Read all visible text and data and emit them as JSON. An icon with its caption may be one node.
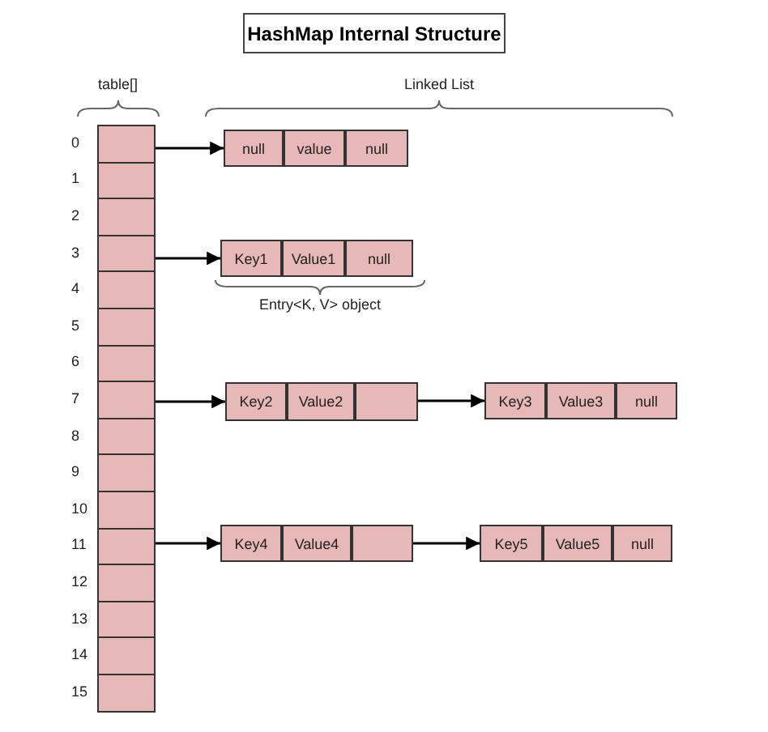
{
  "diagram": {
    "title": "HashMap Internal Structure",
    "nodes": [
      {
        "text": [],
        "shape": "box",
        "beside": [
          "0"
        ]
      },
      {
        "text": [],
        "shape": "box",
        "beside": [
          "1"
        ]
      },
      {
        "text": [],
        "shape": "box",
        "beside": [
          "2"
        ]
      },
      {
        "text": [],
        "shape": "box",
        "beside": [
          "3"
        ]
      },
      {
        "text": [],
        "shape": "box",
        "beside": [
          "4"
        ]
      },
      {
        "text": [],
        "shape": "box",
        "beside": [
          "5"
        ]
      },
      {
        "text": [],
        "shape": "box",
        "beside": [
          "6"
        ]
      },
      {
        "text": [],
        "shape": "box",
        "beside": [
          "7"
        ]
      },
      {
        "text": [],
        "shape": "box",
        "beside": [
          "8"
        ]
      },
      {
        "text": [],
        "shape": "box",
        "beside": [
          "9"
        ]
      },
      {
        "text": [],
        "shape": "box",
        "beside": [
          "10"
        ]
      },
      {
        "text": [],
        "shape": "box",
        "beside": [
          "11"
        ]
      },
      {
        "text": [],
        "shape": "box",
        "beside": [
          "12"
        ]
      },
      {
        "text": [],
        "shape": "box",
        "beside": [
          "13"
        ]
      },
      {
        "text": [],
        "shape": "box",
        "beside": [
          "14"
        ]
      },
      {
        "text": [],
        "shape": "box",
        "beside": [
          "15"
        ]
      },
      {
        "text": [
          "null"
        ]
      },
      {
        "text": [
          "value"
        ]
      },
      {
        "text": [
          "null"
        ]
      },
      {
        "text": [
          "Key1"
        ]
      },
      {
        "text": [
          "Value1"
        ]
      },
      {
        "text": [
          "null"
        ]
      },
      {
        "text": [
          "Key2"
        ]
      },
      {
        "text": [
          "Value2"
        ]
      },
      {
        "text": [],
        "shape": "box"
      },
      {
        "text": [
          "Key3"
        ]
      },
      {
        "text": [
          "Value3"
        ]
      },
      {
        "text": [
          "null"
        ]
      },
      {
        "text": [
          "Key4"
        ]
      },
      {
        "text": [
          "Value4"
        ]
      },
      {
        "text": [],
        "shape": "box"
      },
      {
        "text": [
          "Key5"
        ]
      },
      {
        "text": [
          "Value5"
        ]
      },
      {
        "text": [
          "null"
        ]
      }
    ],
    "edges": [
      {
        "from": 0,
        "to": 16,
        "arrow": "to"
      },
      {
        "from": 3,
        "to": 19,
        "arrow": "to"
      },
      {
        "from": 7,
        "to": 22,
        "arrow": "to"
      },
      {
        "from": 24,
        "to": 25,
        "arrow": "to"
      },
      {
        "from": 11,
        "to": 28,
        "arrow": "to"
      },
      {
        "from": 30,
        "to": 31,
        "arrow": "to"
      }
    ],
    "labels": [
      "table[]",
      "Linked List",
      "Entry<K, V> object"
    ]
  }
}
